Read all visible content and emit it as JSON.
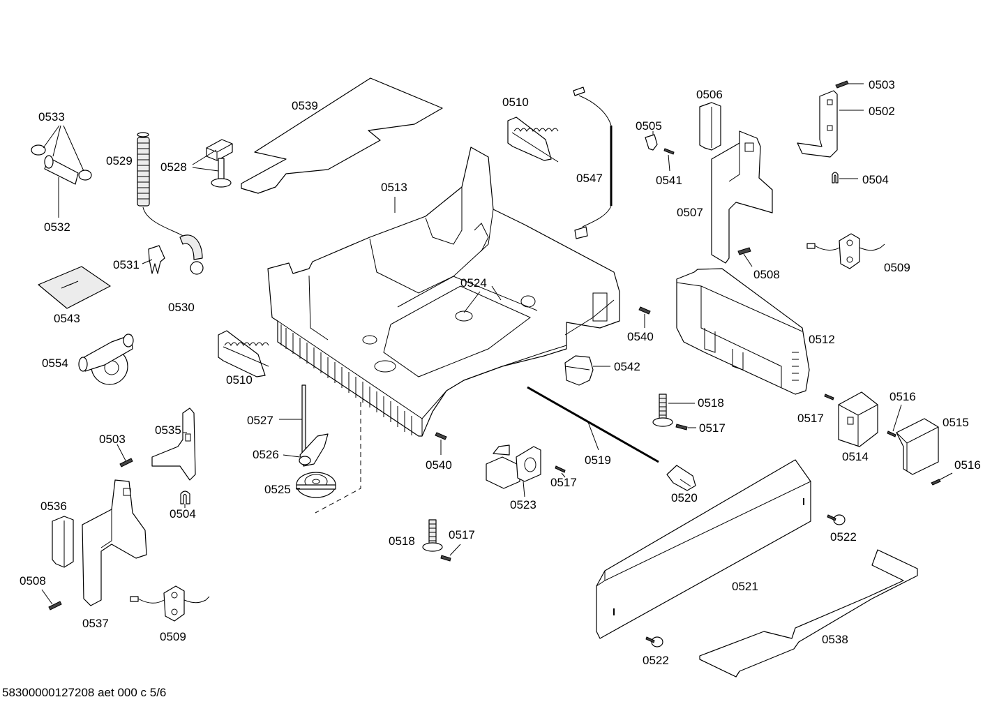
{
  "footer": "58300000127208 aet 000 c 5/6",
  "labels": {
    "p0533": "0533",
    "p0532": "0532",
    "p0529": "0529",
    "p0528": "0528",
    "p0539": "0539",
    "p0510a": "0510",
    "p0510b": "0510",
    "p0547": "0547",
    "p0505": "0505",
    "p0541": "0541",
    "p0506": "0506",
    "p0507": "0507",
    "p0508a": "0508",
    "p0508b": "0508",
    "p0503a": "0503",
    "p0503b": "0503",
    "p0502": "0502",
    "p0504a": "0504",
    "p0504b": "0504",
    "p0509a": "0509",
    "p0509b": "0509",
    "p0531": "0531",
    "p0530": "0530",
    "p0543": "0543",
    "p0513": "0513",
    "p0524": "0524",
    "p0540a": "0540",
    "p0540b": "0540",
    "p0512": "0512",
    "p0554": "0554",
    "p0542": "0542",
    "p0518a": "0518",
    "p0518b": "0518",
    "p0517a": "0517",
    "p0517b": "0517",
    "p0517c": "0517",
    "p0517d": "0517",
    "p0516a": "0516",
    "p0516b": "0516",
    "p0515": "0515",
    "p0514": "0514",
    "p0527": "0527",
    "p0526": "0526",
    "p0525": "0525",
    "p0535": "0535",
    "p0536": "0536",
    "p0537": "0537",
    "p0519": "0519",
    "p0520": "0520",
    "p0523": "0523",
    "p0522a": "0522",
    "p0522b": "0522",
    "p0521": "0521",
    "p0538": "0538"
  }
}
